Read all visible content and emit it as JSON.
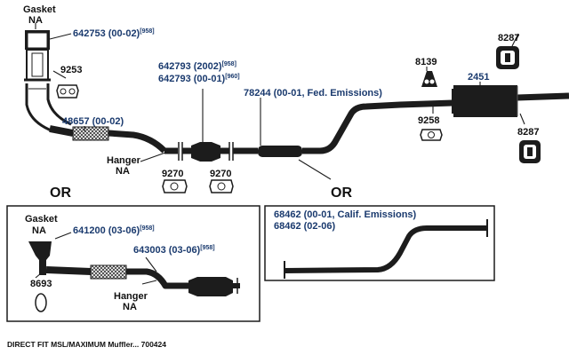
{
  "labels": {
    "gasket_top": "Gasket",
    "na_top": "NA",
    "p642753": "642753 (00-02)",
    "s958a": "[958]",
    "p9253": "9253",
    "p48657": "48657 (00-02)",
    "hanger": "Hanger",
    "na_hanger": "NA",
    "p642793a": "642793 (2002)",
    "s958b": "[958]",
    "p642793b": "642793 (00-01)",
    "s960": "[960]",
    "p78244": "78244 (00-01, Fed. Emissions)",
    "p9270a": "9270",
    "p9270b": "9270",
    "p8139": "8139",
    "p2451": "2451",
    "p9258": "9258",
    "p8287a": "8287",
    "p8287b": "8287",
    "or_left": "OR",
    "or_right": "OR",
    "gasket_box": "Gasket",
    "na_box": "NA",
    "p641200": "641200 (03-06)",
    "s958c": "[958]",
    "p643003": "643003 (03-06)",
    "s958d": "[958]",
    "p8693": "8693",
    "hanger_box": "Hanger",
    "na_hanger_box": "NA",
    "p68462a": "68462 (00-01, Calif. Emissions)",
    "p68462b": "68462 (02-06)",
    "caption": "DIRECT FIT MSL/MAXIMUM Muffler... 700424"
  },
  "colors": {
    "part_number_text": "#1a3a6e",
    "pipe": "#1c1c1c",
    "background": "#ffffff"
  }
}
